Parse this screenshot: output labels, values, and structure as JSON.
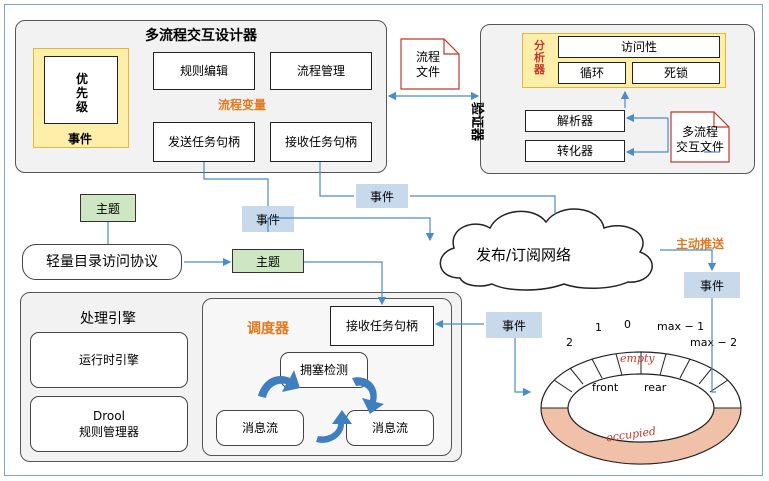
{
  "designer": {
    "title": "多流程交互设计器",
    "priority_label": "优先级",
    "event_label": "事件",
    "rule_edit": "规则编辑",
    "process_mgmt": "流程管理",
    "process_vars": "流程变量",
    "send_handle": "发送任务句柄",
    "recv_handle": "接收任务句柄"
  },
  "flow_file": "流程\n文件",
  "verifier": {
    "title": "验证器",
    "analyzer": "分析器",
    "accessibility": "访问性",
    "loop": "循环",
    "deadlock": "死锁",
    "parser": "解析器",
    "converter": "转化器",
    "multi_file": "多流程\n交互文件"
  },
  "events": {
    "e1": "事件",
    "e2": "事件",
    "e3": "事件",
    "e4": "事件"
  },
  "topics": {
    "t1": "主题",
    "t2": "主题"
  },
  "ldap": "轻量目录访问协议",
  "pubsub": "发布/订阅网络",
  "active_push": "主动推送",
  "engine": {
    "title": "处理引擎",
    "runtime": "运行时引擎",
    "drool": "Drool\n规则管理器"
  },
  "scheduler": {
    "title": "调度器",
    "recv_handle": "接收任务句柄",
    "congestion": "拥塞检测",
    "stream1": "消息流",
    "stream2": "消息流"
  },
  "ring": {
    "n2": "2",
    "n1": "1",
    "n0": "0",
    "max1": "max − 1",
    "max2": "max − 2",
    "empty": "empty",
    "front": "front",
    "rear": "rear",
    "occupied": "occupied"
  },
  "colors": {
    "panel": "#f2f2f2",
    "yellow": "#fdeeaa",
    "yellow_border": "#e7b73a",
    "blue_tag": "#c8d9ec",
    "green_tag": "#cfe6c2",
    "arrow": "#4a8cc7",
    "orange": "#e07a1f",
    "salmon": "#f0c0a8"
  }
}
